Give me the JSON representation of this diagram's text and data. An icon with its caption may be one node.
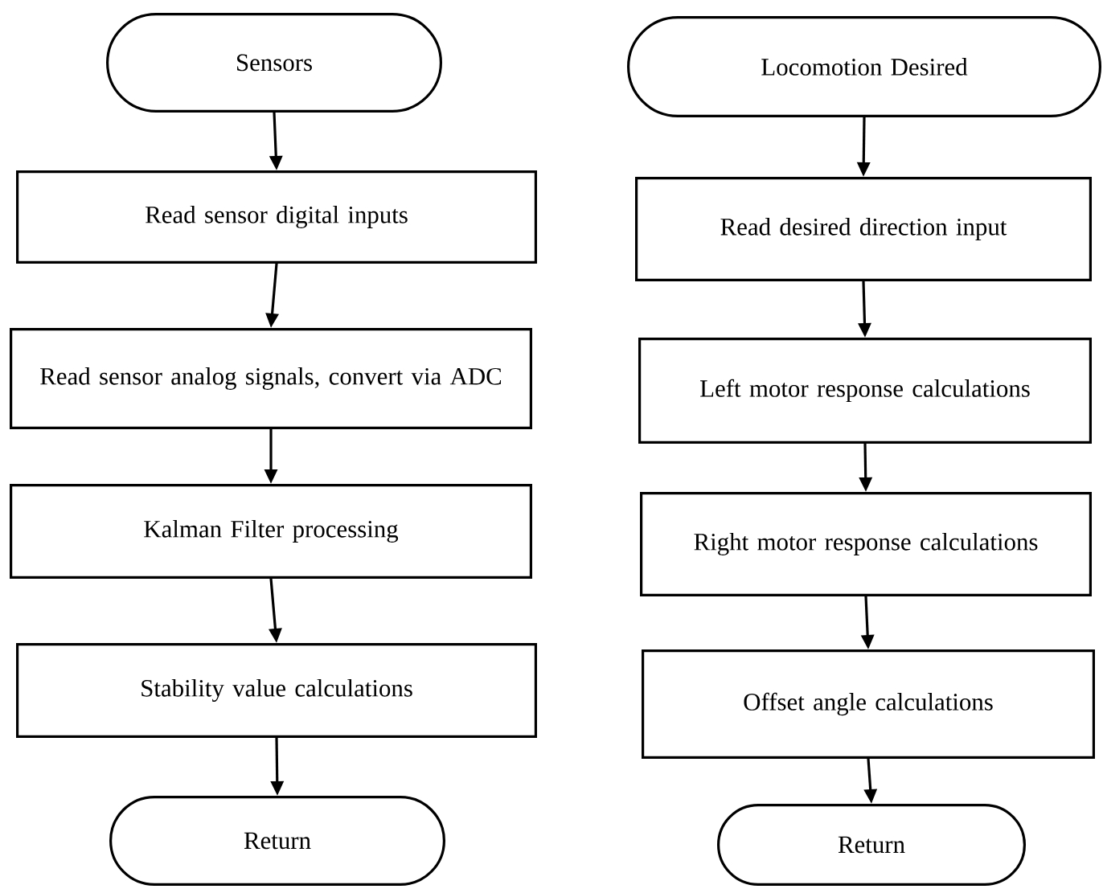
{
  "diagram": {
    "nodes": [
      {
        "text": [
          "Sensors"
        ]
      },
      {
        "text": [
          "Read sensor digital inputs"
        ]
      },
      {
        "text": [
          "Read sensor analog signals, convert via ADC"
        ]
      },
      {
        "text": [
          "Kalman Filter processing"
        ]
      },
      {
        "text": [
          "Stability value calculations"
        ]
      },
      {
        "text": [
          "Return"
        ]
      },
      {
        "text": [
          "Locomotion Desired"
        ]
      },
      {
        "text": [
          "Read desired direction input"
        ]
      },
      {
        "text": [
          "Left motor response calculations"
        ]
      },
      {
        "text": [
          "Right motor response calculations"
        ]
      },
      {
        "text": [
          "Offset angle calculations"
        ]
      },
      {
        "text": [
          "Return"
        ]
      }
    ],
    "edges": [
      {
        "from": 0,
        "to": 1,
        "arrow": "to"
      },
      {
        "from": 1,
        "to": 2,
        "arrow": "to"
      },
      {
        "from": 2,
        "to": 3,
        "arrow": "to"
      },
      {
        "from": 3,
        "to": 4,
        "arrow": "to"
      },
      {
        "from": 4,
        "to": 5,
        "arrow": "to"
      },
      {
        "from": 6,
        "to": 7,
        "arrow": "to"
      },
      {
        "from": 7,
        "to": 8,
        "arrow": "to"
      },
      {
        "from": 8,
        "to": 9,
        "arrow": "to"
      },
      {
        "from": 9,
        "to": 10,
        "arrow": "to"
      },
      {
        "from": 10,
        "to": 11,
        "arrow": "to"
      }
    ]
  }
}
